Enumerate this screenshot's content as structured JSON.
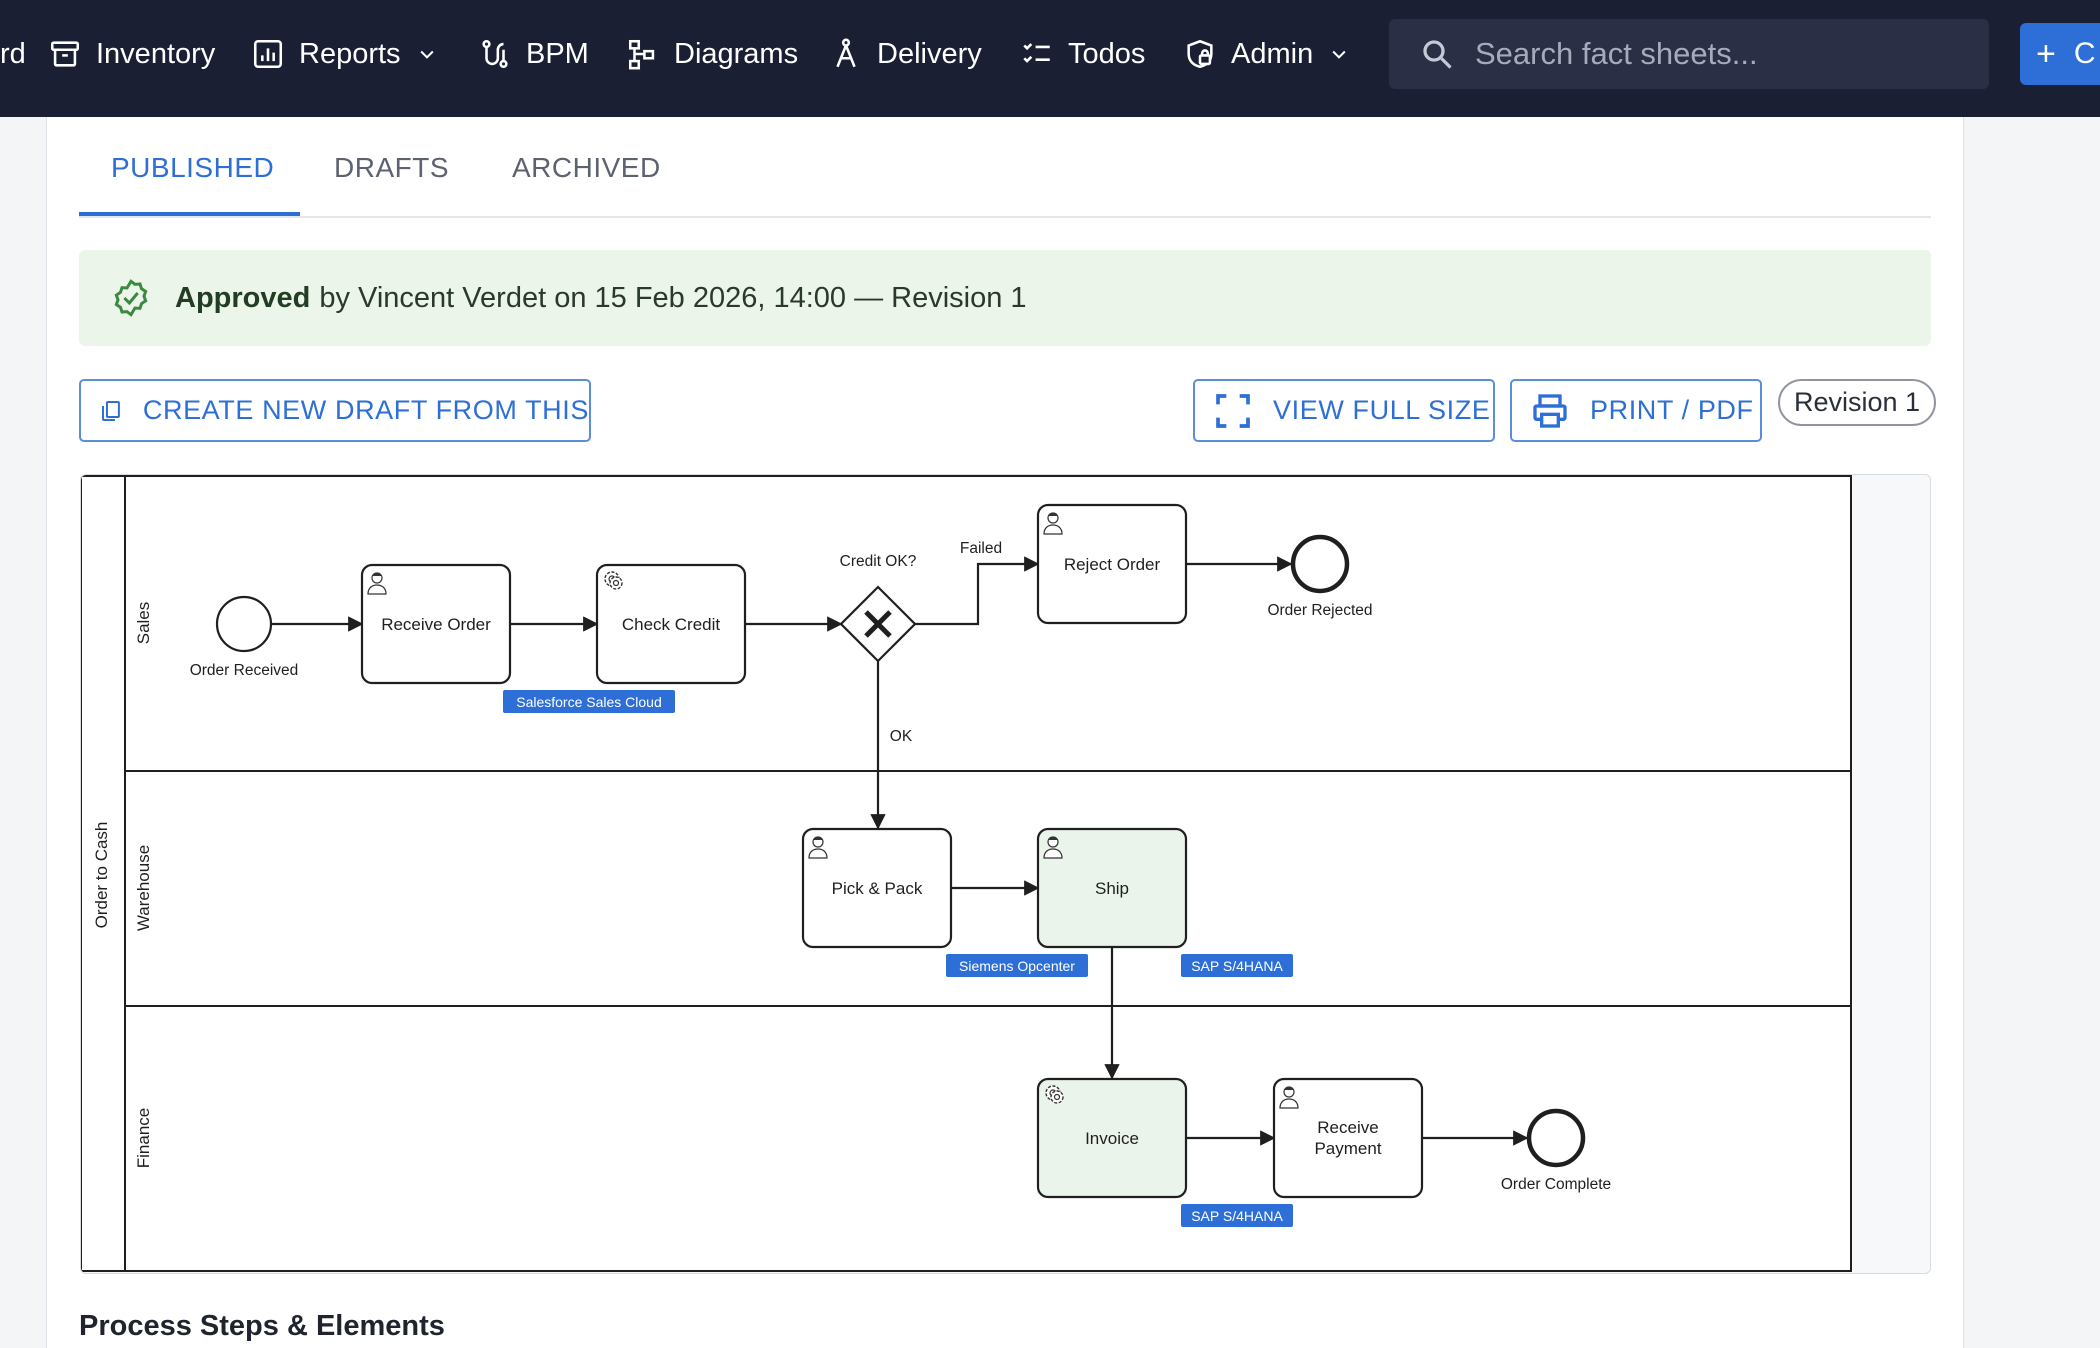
{
  "nav": {
    "cut_item": "rd",
    "items": [
      {
        "label": "Inventory",
        "icon": "archive-icon"
      },
      {
        "label": "Reports",
        "icon": "bar-chart-icon"
      },
      {
        "label": "BPM",
        "icon": "process-icon"
      },
      {
        "label": "Diagrams",
        "icon": "diagram-icon"
      },
      {
        "label": "Delivery",
        "icon": "compass-icon"
      },
      {
        "label": "Todos",
        "icon": "checklist-icon"
      },
      {
        "label": "Admin",
        "icon": "shield-lock-icon"
      }
    ],
    "search_placeholder": "Search fact sheets...",
    "create_label": "C"
  },
  "tabs": {
    "published": "PUBLISHED",
    "drafts": "DRAFTS",
    "archived": "ARCHIVED",
    "active": "published"
  },
  "approval": {
    "status": "Approved",
    "detail": "by Vincent Verdet on 15 Feb 2026, 14:00 — Revision 1"
  },
  "actions": {
    "create_draft": "CREATE NEW DRAFT FROM THIS",
    "view_full": "VIEW FULL SIZE",
    "print": "PRINT / PDF",
    "revision": "Revision 1"
  },
  "diagram": {
    "pool": "Order to Cash",
    "lanes": [
      "Sales",
      "Warehouse",
      "Finance"
    ],
    "events": {
      "start": "Order Received",
      "rejected": "Order Rejected",
      "complete": "Order Complete"
    },
    "tasks": {
      "receive_order": "Receive Order",
      "check_credit": "Check Credit",
      "reject_order": "Reject Order",
      "pick_pack": "Pick & Pack",
      "ship": "Ship",
      "invoice": "Invoice",
      "receive_payment_1": "Receive",
      "receive_payment_2": "Payment"
    },
    "gateway": {
      "label": "Credit OK?",
      "failed": "Failed",
      "ok": "OK"
    },
    "systems": {
      "salesforce": "Salesforce Sales Cloud",
      "opcenter": "Siemens Opcenter",
      "sap_ship": "SAP S/4HANA",
      "sap_invoice": "SAP S/4HANA"
    },
    "colors": {
      "highlight_fill": "#eaf4ea",
      "system_badge": "#2d6fd6"
    }
  },
  "section": {
    "title": "Process Steps & Elements"
  }
}
